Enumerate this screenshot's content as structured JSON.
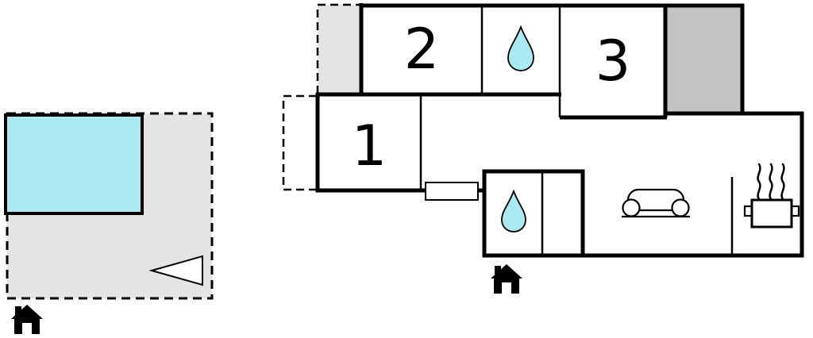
{
  "diagram": {
    "type": "floor-plan",
    "rooms": [
      {
        "id": "room-1",
        "label": "1"
      },
      {
        "id": "room-2",
        "label": "2"
      },
      {
        "id": "room-3",
        "label": "3"
      }
    ],
    "icons": [
      {
        "name": "water-drop-icon",
        "location": "upper-bathroom"
      },
      {
        "name": "water-drop-icon",
        "location": "lower-bathroom"
      },
      {
        "name": "sofa-icon",
        "location": "living-room"
      },
      {
        "name": "stove-steam-icon",
        "location": "kitchen-corner"
      },
      {
        "name": "left-arrow-icon",
        "location": "terrace"
      },
      {
        "name": "entrance-house-icon",
        "location": "terrace-entrance"
      },
      {
        "name": "entrance-house-icon",
        "location": "main-entrance"
      },
      {
        "name": "swimming-pool",
        "location": "terrace"
      }
    ],
    "colors": {
      "wall": "#000000",
      "terrace_fill": "#e4e4e4",
      "dashed_area_fill": "#e4e4e4",
      "gray_room_fill": "#c3c3c3",
      "pool_fill": "#a9eaf2",
      "water_drop_fill": "#a9eaf2",
      "room_fill": "#ffffff"
    }
  }
}
